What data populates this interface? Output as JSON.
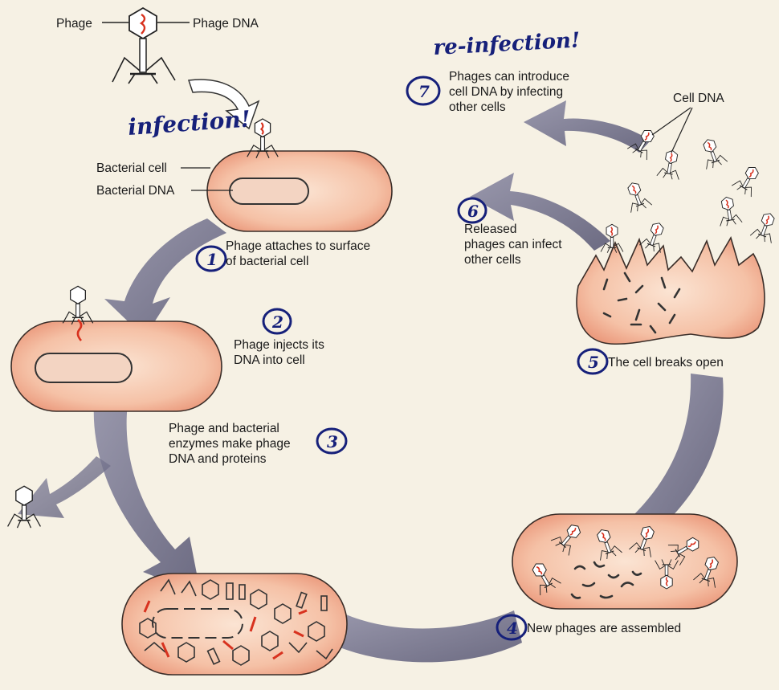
{
  "labels": {
    "phage": "Phage",
    "phage_dna": "Phage DNA",
    "bacterial_cell": "Bacterial cell",
    "bacterial_dna": "Bacterial DNA",
    "cell_dna": "Cell DNA"
  },
  "handwritten": {
    "infection": "infection!",
    "reinfection": "re-infection!"
  },
  "steps": [
    {
      "number": "1",
      "lines": [
        "Phage attaches to surface",
        "of bacterial cell"
      ]
    },
    {
      "number": "2",
      "lines": [
        "Phage injects its",
        "DNA into cell"
      ]
    },
    {
      "number": "3",
      "lines": [
        "Phage and bacterial",
        "enzymes make phage",
        "DNA and proteins"
      ]
    },
    {
      "number": "4",
      "lines": [
        "New phages are assembled"
      ]
    },
    {
      "number": "5",
      "lines": [
        "The cell breaks open"
      ]
    },
    {
      "number": "6",
      "lines": [
        "Released",
        "phages can infect",
        "other cells"
      ]
    },
    {
      "number": "7",
      "lines": [
        "Phages can introduce",
        "cell DNA by infecting",
        "other cells"
      ]
    }
  ],
  "colors": {
    "background": "#f6f1e4",
    "arrow": "#6f6e88",
    "cell_fill": "#f2b79a",
    "cell_outline": "#3a2d28",
    "dna_red": "#d8321f",
    "handwriting": "#16207a"
  }
}
